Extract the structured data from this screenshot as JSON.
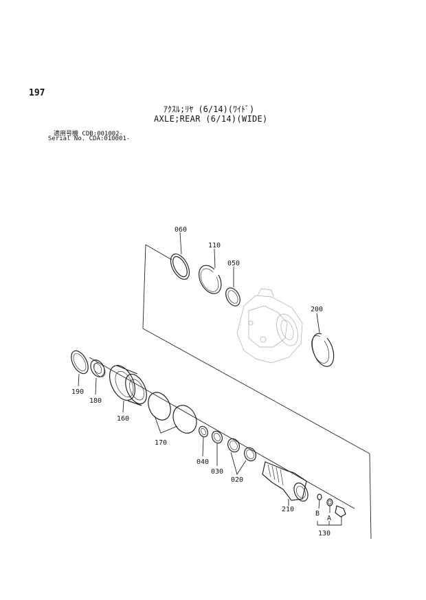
{
  "header": {
    "page_number": "197",
    "title_jp": "ｱｸｽﾙ;ﾘﾔ (6/14)(ﾜｲﾄﾞ)",
    "title_en": "AXLE;REAR (6/14)(WIDE)",
    "serial_line_1": "適用号機 CDB:001002-",
    "serial_line_2": "Serial No. CDA:010001-"
  },
  "parts": {
    "p060": "060",
    "p110": "110",
    "p050": "050",
    "p200": "200",
    "p190": "190",
    "p180": "180",
    "p160": "160",
    "p170": "170",
    "p040": "040",
    "p030": "030",
    "p020": "020",
    "p210": "210",
    "pB": "B",
    "pA": "A",
    "p130": "130"
  }
}
